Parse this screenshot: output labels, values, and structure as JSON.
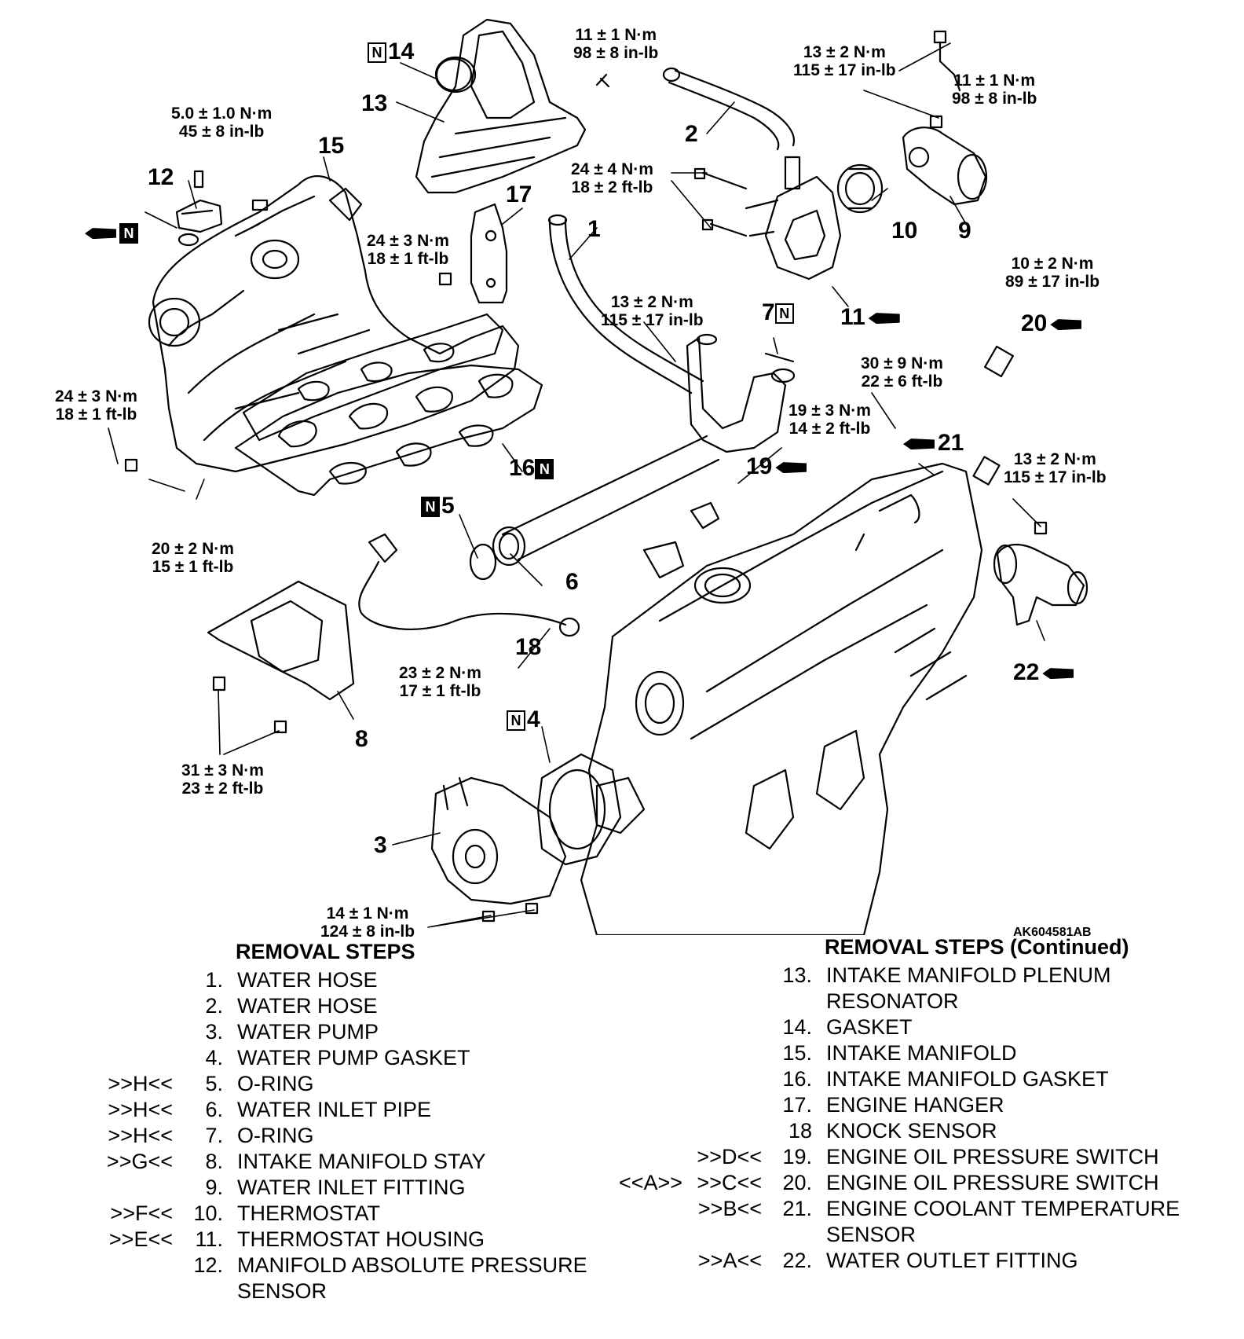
{
  "diagram": {
    "code": "AK604581AB",
    "callouts": [
      {
        "id": "1",
        "text": "1"
      },
      {
        "id": "2",
        "text": "2"
      },
      {
        "id": "3",
        "text": "3"
      },
      {
        "id": "4",
        "text": "4"
      },
      {
        "id": "5",
        "text": "5"
      },
      {
        "id": "6",
        "text": "6"
      },
      {
        "id": "7",
        "text": "7"
      },
      {
        "id": "8",
        "text": "8"
      },
      {
        "id": "9",
        "text": "9"
      },
      {
        "id": "10",
        "text": "10"
      },
      {
        "id": "11",
        "text": "11"
      },
      {
        "id": "12",
        "text": "12"
      },
      {
        "id": "13",
        "text": "13"
      },
      {
        "id": "14",
        "text": "14"
      },
      {
        "id": "15",
        "text": "15"
      },
      {
        "id": "16",
        "text": "16"
      },
      {
        "id": "17",
        "text": "17"
      },
      {
        "id": "18",
        "text": "18"
      },
      {
        "id": "19",
        "text": "19"
      },
      {
        "id": "20",
        "text": "20"
      },
      {
        "id": "21",
        "text": "21"
      },
      {
        "id": "22",
        "text": "22"
      }
    ],
    "n_mark": "N",
    "torques": [
      {
        "line1": "11 ± 1 N·m",
        "line2": "98 ± 8 in-lb"
      },
      {
        "line1": "13 ± 2 N·m",
        "line2": "115 ± 17 in-lb"
      },
      {
        "line1": "11 ± 1 N·m",
        "line2": "98 ± 8 in-lb"
      },
      {
        "line1": "5.0 ± 1.0 N·m",
        "line2": "45 ± 8 in-lb"
      },
      {
        "line1": "24 ± 4 N·m",
        "line2": "18 ± 2 ft-lb"
      },
      {
        "line1": "24 ± 3 N·m",
        "line2": "18 ± 1 ft-lb"
      },
      {
        "line1": "10 ± 2 N·m",
        "line2": "89 ± 17 in-lb"
      },
      {
        "line1": "13 ± 2 N·m",
        "line2": "115 ± 17 in-lb"
      },
      {
        "line1": "30 ± 9 N·m",
        "line2": "22 ± 6 ft-lb"
      },
      {
        "line1": "24 ± 3 N·m",
        "line2": "18 ± 1 ft-lb"
      },
      {
        "line1": "19 ± 3 N·m",
        "line2": "14 ± 2 ft-lb"
      },
      {
        "line1": "13 ± 2 N·m",
        "line2": "115 ± 17 in-lb"
      },
      {
        "line1": "20 ± 2 N·m",
        "line2": "15 ± 1 ft-lb"
      },
      {
        "line1": "23 ± 2 N·m",
        "line2": "17 ± 1 ft-lb"
      },
      {
        "line1": "31 ± 3 N·m",
        "line2": "23 ± 2 ft-lb"
      },
      {
        "line1": "14 ± 1 N·m",
        "line2": "124 ± 8 in-lb"
      }
    ]
  },
  "removal_steps": {
    "title": "REMOVAL STEPS",
    "steps": [
      {
        "mark": "",
        "num": "1.",
        "text": "WATER HOSE"
      },
      {
        "mark": "",
        "num": "2.",
        "text": "WATER HOSE"
      },
      {
        "mark": "",
        "num": "3.",
        "text": "WATER PUMP"
      },
      {
        "mark": "",
        "num": "4.",
        "text": "WATER PUMP GASKET"
      },
      {
        "mark": ">>H<<",
        "num": "5.",
        "text": "O-RING"
      },
      {
        "mark": ">>H<<",
        "num": "6.",
        "text": "WATER INLET PIPE"
      },
      {
        "mark": ">>H<<",
        "num": "7.",
        "text": "O-RING"
      },
      {
        "mark": ">>G<<",
        "num": "8.",
        "text": "INTAKE MANIFOLD STAY"
      },
      {
        "mark": "",
        "num": "9.",
        "text": "WATER INLET FITTING"
      },
      {
        "mark": ">>F<<",
        "num": "10.",
        "text": "THERMOSTAT"
      },
      {
        "mark": ">>E<<",
        "num": "11.",
        "text": "THERMOSTAT HOUSING"
      },
      {
        "mark": "",
        "num": "12.",
        "text": "MANIFOLD ABSOLUTE PRESSURE",
        "text2": "SENSOR"
      }
    ]
  },
  "removal_steps_continued": {
    "title": "REMOVAL STEPS (Continued)",
    "steps": [
      {
        "mark": "",
        "num": "13.",
        "text": "INTAKE MANIFOLD PLENUM",
        "text2": "RESONATOR"
      },
      {
        "mark": "",
        "num": "14.",
        "text": "GASKET"
      },
      {
        "mark": "",
        "num": "15.",
        "text": "INTAKE MANIFOLD"
      },
      {
        "mark": "",
        "num": "16.",
        "text": "INTAKE MANIFOLD GASKET"
      },
      {
        "mark": "",
        "num": "17.",
        "text": "ENGINE HANGER"
      },
      {
        "mark": "",
        "num": "18",
        "text": "KNOCK SENSOR"
      },
      {
        "mark": ">>D<<",
        "num": "19.",
        "text": "ENGINE OIL PRESSURE SWITCH"
      },
      {
        "mark": ">>C<<",
        "pre": "<<A>>",
        "num": "20.",
        "text": "ENGINE OIL PRESSURE SWITCH"
      },
      {
        "mark": ">>B<<",
        "num": "21.",
        "text": "ENGINE COOLANT TEMPERATURE",
        "text2": "SENSOR"
      },
      {
        "mark": ">>A<<",
        "num": "22.",
        "text": "WATER OUTLET FITTING"
      }
    ]
  }
}
